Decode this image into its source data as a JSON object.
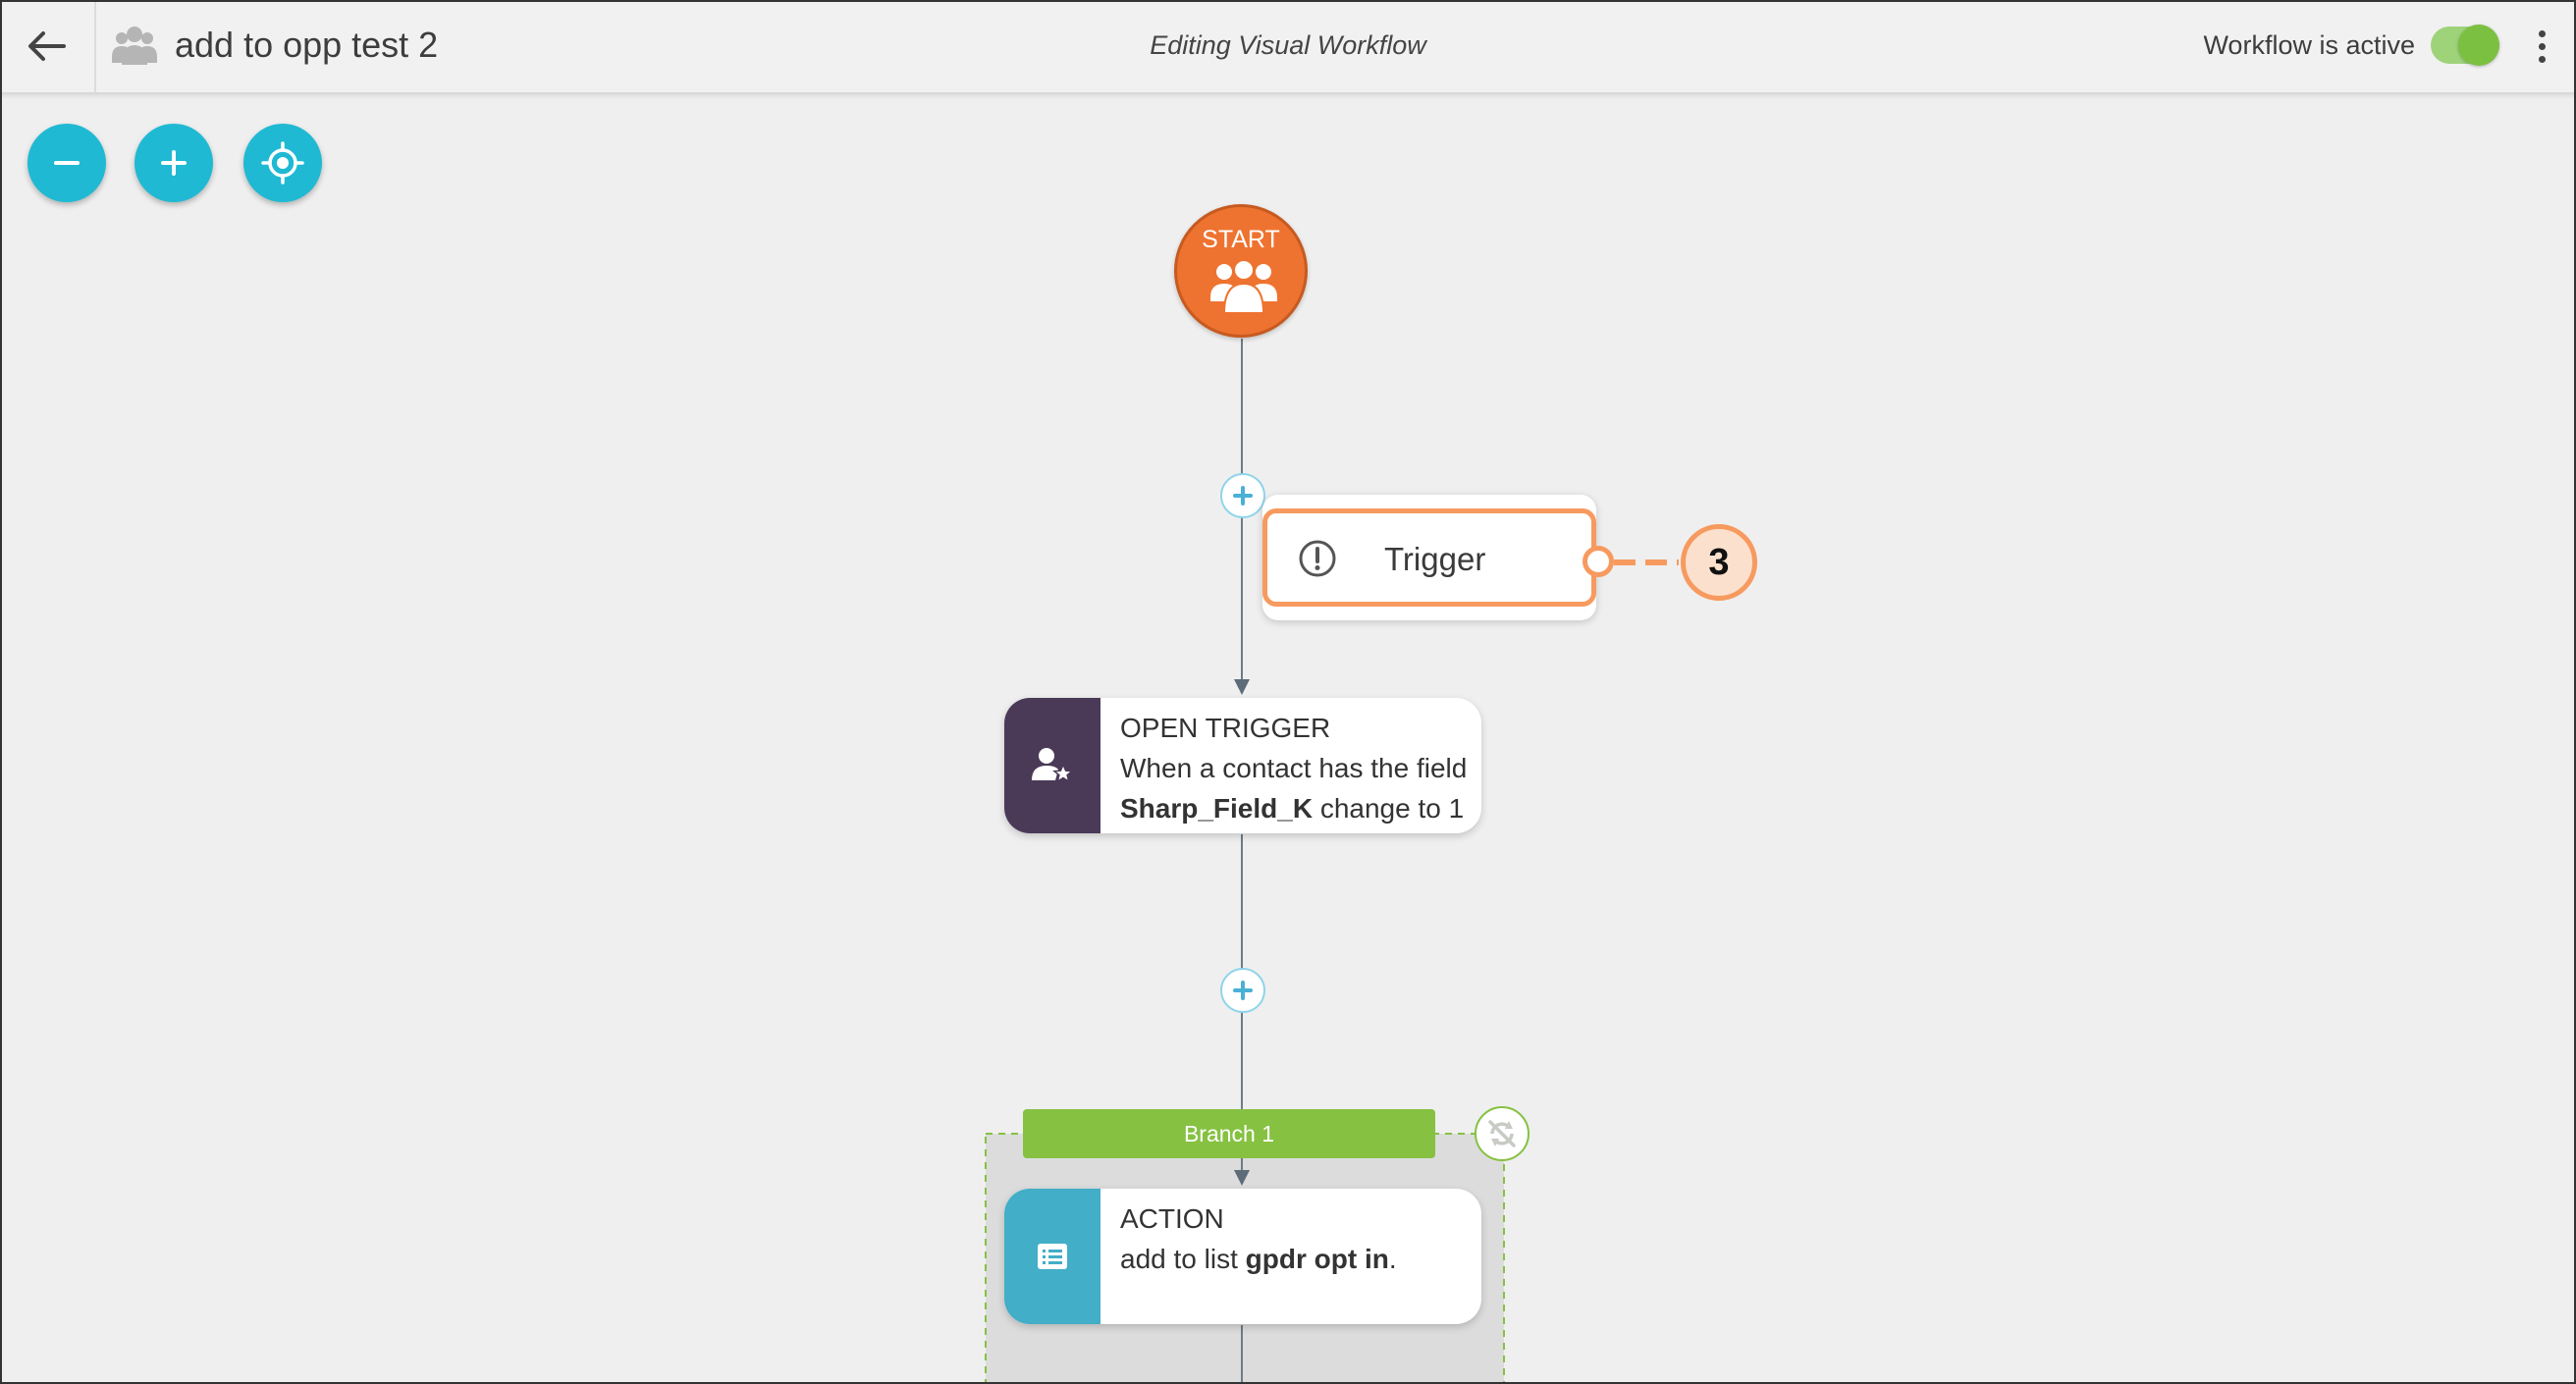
{
  "header": {
    "workflow_title": "add to opp test 2",
    "center_title": "Editing Visual Workflow",
    "status_label": "Workflow is active",
    "toggle_on": true
  },
  "controls": {
    "zoom_out": "zoom-out-icon",
    "zoom_in": "zoom-in-icon",
    "recenter": "target-icon"
  },
  "workflow": {
    "start_label": "START",
    "trigger_error_label": "Trigger",
    "callout_number": "3",
    "open_trigger": {
      "title": "OPEN TRIGGER",
      "line1": "When a contact has the field",
      "field": "Sharp_Field_K",
      "line2_suffix": "change to 1"
    },
    "branch_label": "Branch 1",
    "action": {
      "title": "ACTION",
      "prefix": "add to list",
      "list_name": "gpdr opt in",
      "suffix": "."
    }
  },
  "colors": {
    "start": "#ee7330",
    "trigger_side": "#4a3a57",
    "action_side": "#42aec7",
    "branch": "#86c142",
    "control": "#1fb9d3",
    "callout": "#f79a5f"
  }
}
